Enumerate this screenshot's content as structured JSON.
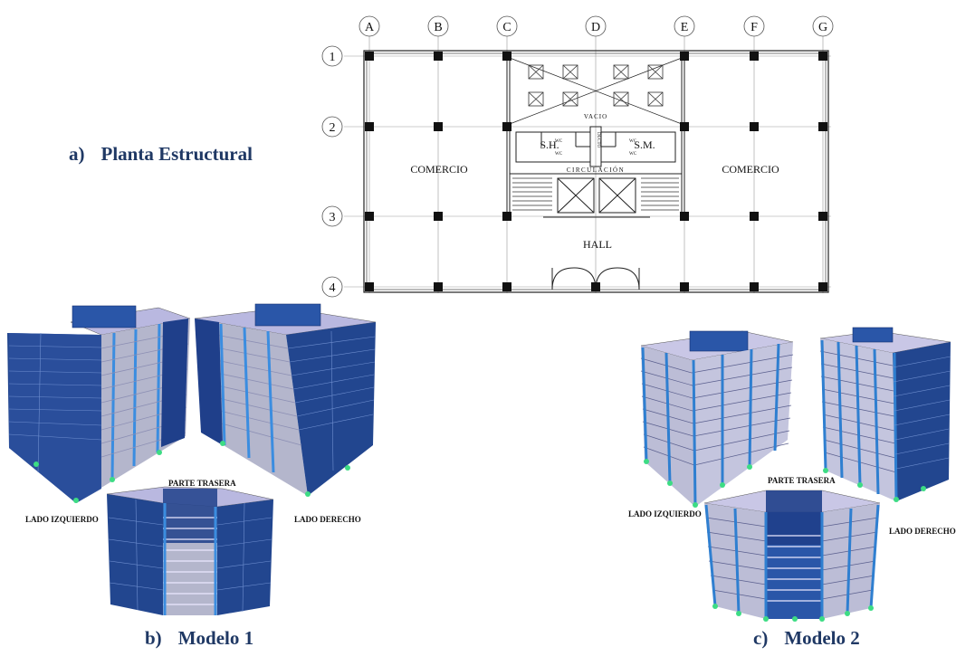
{
  "captions": {
    "a": {
      "tag": "a)",
      "text": "Planta Estructural"
    },
    "b": {
      "tag": "b)",
      "text": "Modelo 1"
    },
    "c": {
      "tag": "c)",
      "text": "Modelo 2"
    }
  },
  "plan": {
    "column_axes": [
      "A",
      "B",
      "C",
      "D",
      "E",
      "F",
      "G"
    ],
    "row_axes": [
      "1",
      "2",
      "3",
      "4"
    ],
    "rooms": {
      "left": "COMERCIO",
      "right": "COMERCIO",
      "hall": "HALL",
      "circulation": "CIRCULACIÓN",
      "void": "VACIO",
      "sh": "S.H.",
      "sm": "S.M.",
      "wc": "WC",
      "ducto": "DUCTO"
    }
  },
  "model1": {
    "left": "LADO IZQUIERDO",
    "right": "LADO DERECHO",
    "back": "PARTE TRASERA"
  },
  "model2": {
    "left": "LADO IZQUIERDO",
    "right": "LADO DERECHO",
    "back": "PARTE TRASERA"
  },
  "colors": {
    "caption": "#1f3864",
    "shear_wall": "#1e3f8f",
    "slab": "#c9c7e6",
    "frame_column": "#2f7fd0",
    "support": "#3ddc84"
  }
}
